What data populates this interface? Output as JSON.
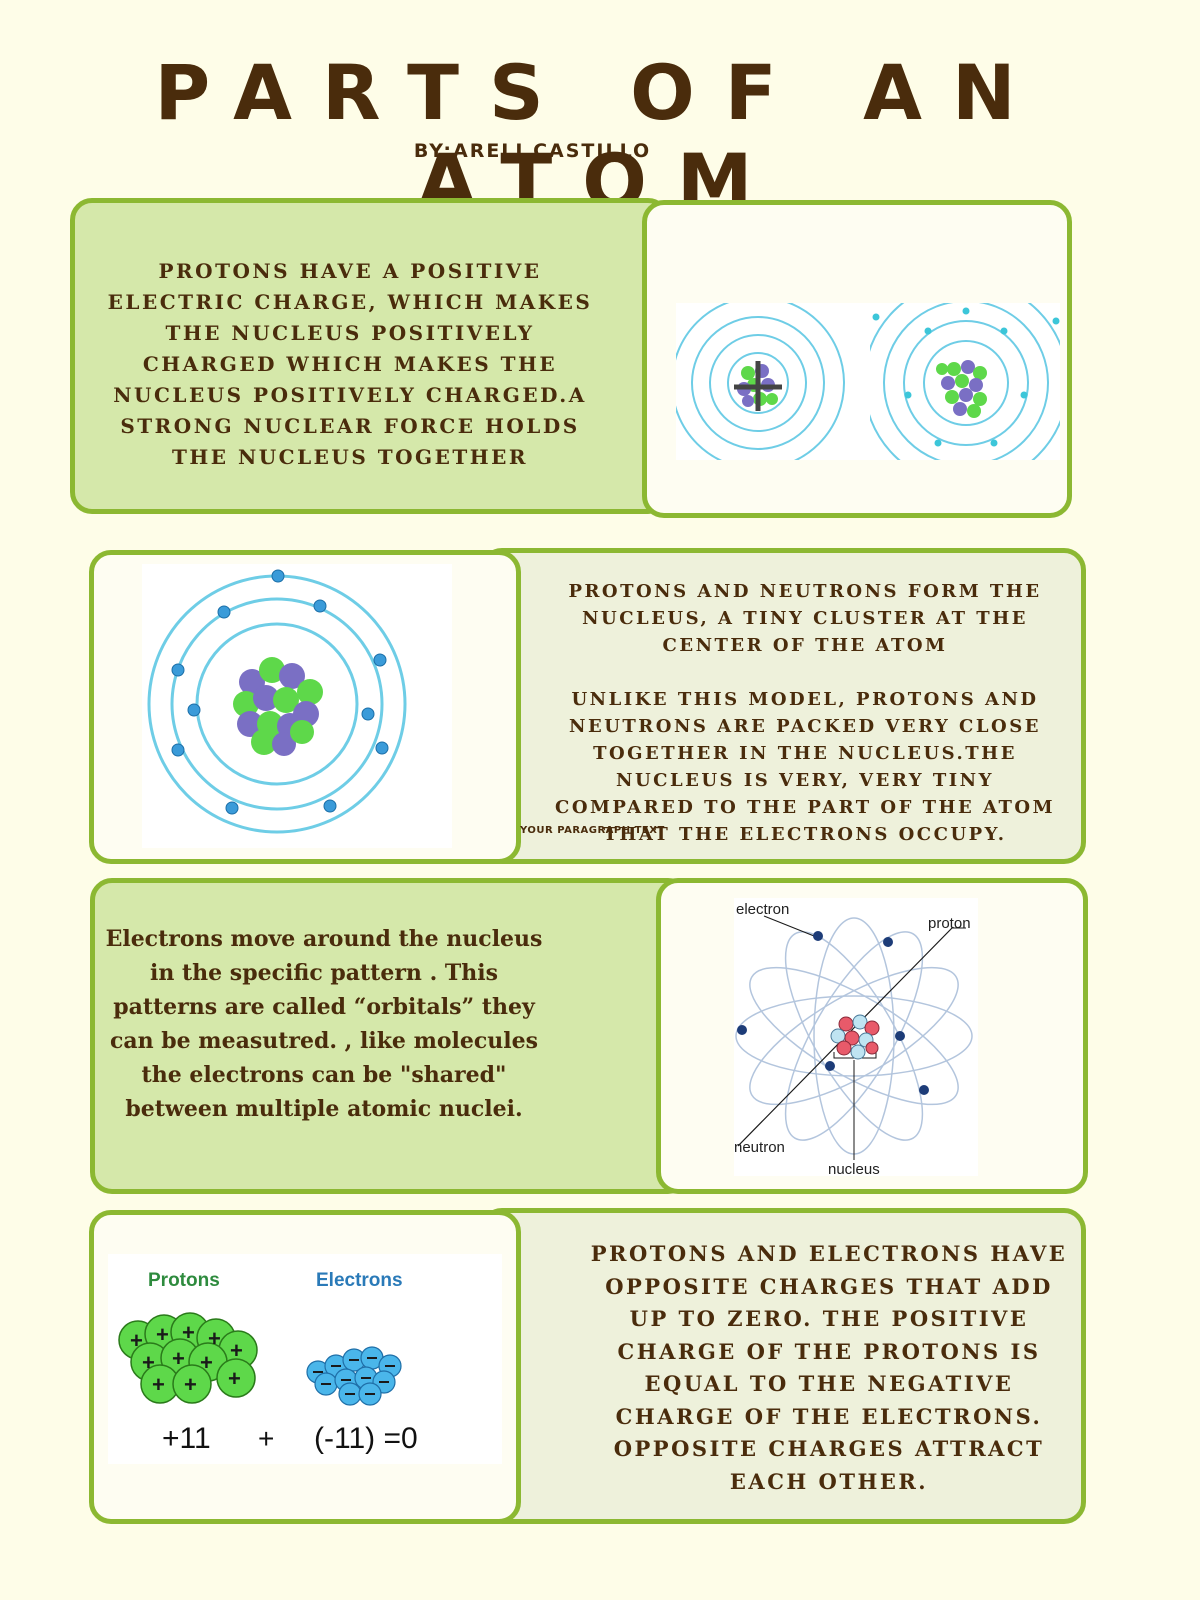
{
  "title": "PARTS OF AN ATOM",
  "byline": "BY:ARELI  CASTILLO",
  "section1": {
    "text": "PROTONS HAVE A POSITIVE ELECTRIC CHARGE, WHICH MAKES THE NUCLEUS POSITIVELY CHARGED WHICH MAKES THE NUCLEUS POSITIVELY CHARGED.A STRONG NUCLEAR FORCE HOLDS THE NUCLEUS TOGETHER"
  },
  "section2": {
    "text": "PROTONS AND NEUTRONS FORM THE NUCLEUS, A TINY CLUSTER AT THE CENTER OF THE ATOM\n\nUNLIKE THIS MODEL, PROTONS AND NEUTRONS ARE PACKED VERY CLOSE TOGETHER IN THE NUCLEUS.THE NUCLEUS IS VERY, VERY TINY COMPARED TO THE PART OF THE ATOM THAT THE ELECTRONS OCCUPY.",
    "placeholder_note": "YOUR PARAGRAPH TEXT"
  },
  "section3": {
    "text": "Electrons move around  the nucleus in the  specific pattern . This patterns are called “orbitals”  they can be measutred. , like molecules the electrons can be \"shared\" between multiple atomic nuclei.",
    "diagram_labels": {
      "electron": "electron",
      "proton": "proton",
      "neutron": "neutron",
      "nucleus": "nucleus"
    }
  },
  "section4": {
    "text": "PROTONS AND ELECTRONS HAVE OPPOSITE CHARGES THAT ADD UP TO ZERO. THE POSITIVE CHARGE OF THE PROTONS IS EQUAL TO THE NEGATIVE CHARGE OF THE ELECTRONS. OPPOSITE CHARGES ATTRACT EACH OTHER.",
    "image_labels": {
      "protons": "Protons",
      "electrons": "Electrons",
      "equation_left": "+11",
      "equation_plus": "+",
      "equation_right": "(-11) =0"
    }
  },
  "colors": {
    "background": "#fefde8",
    "border_green": "#8cb832",
    "panel_green": "#d5e8aa",
    "text_brown": "#4a2c0c"
  }
}
